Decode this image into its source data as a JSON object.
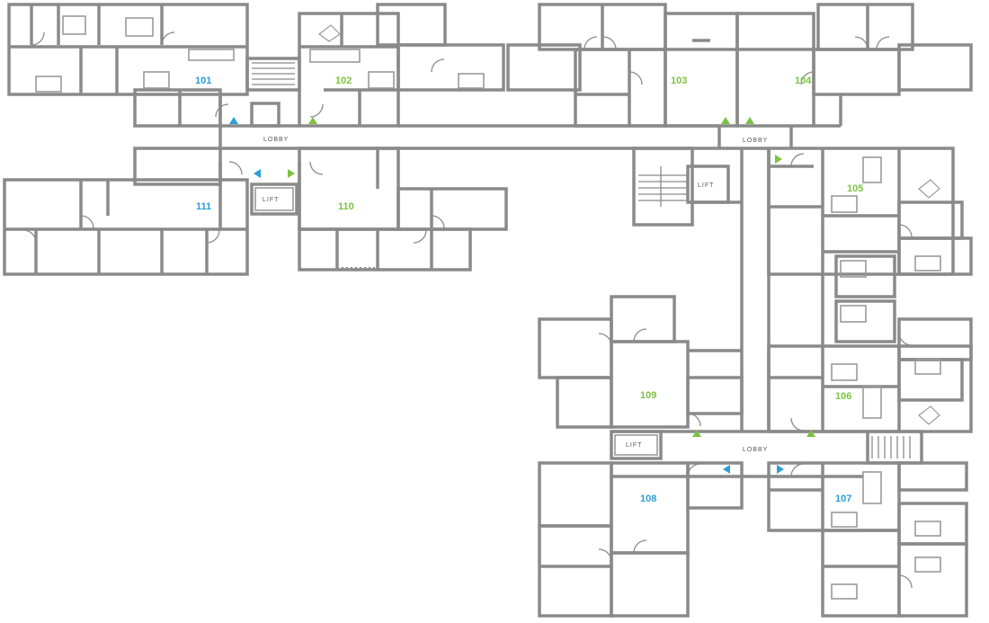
{
  "colors": {
    "wall": "#8a8a8a",
    "unit_label_blue": "#2a9fd6",
    "unit_label_green": "#7cc242",
    "arrow_blue": "#2a9fd6",
    "arrow_green": "#7cc242"
  },
  "units": [
    {
      "id": "101",
      "color": "blue"
    },
    {
      "id": "102",
      "color": "green"
    },
    {
      "id": "103",
      "color": "green"
    },
    {
      "id": "104",
      "color": "green"
    },
    {
      "id": "105",
      "color": "green"
    },
    {
      "id": "106",
      "color": "green"
    },
    {
      "id": "107",
      "color": "blue"
    },
    {
      "id": "108",
      "color": "blue"
    },
    {
      "id": "109",
      "color": "green"
    },
    {
      "id": "110",
      "color": "green"
    },
    {
      "id": "111",
      "color": "blue"
    }
  ],
  "lobbies": [
    "LOBBY",
    "LOBBY",
    "LOBBY"
  ],
  "lifts": [
    "LIFT",
    "LIFT",
    "LIFT"
  ],
  "icons": [
    "entry-arrow-icon",
    "stair-icon",
    "door-swing-icon"
  ]
}
